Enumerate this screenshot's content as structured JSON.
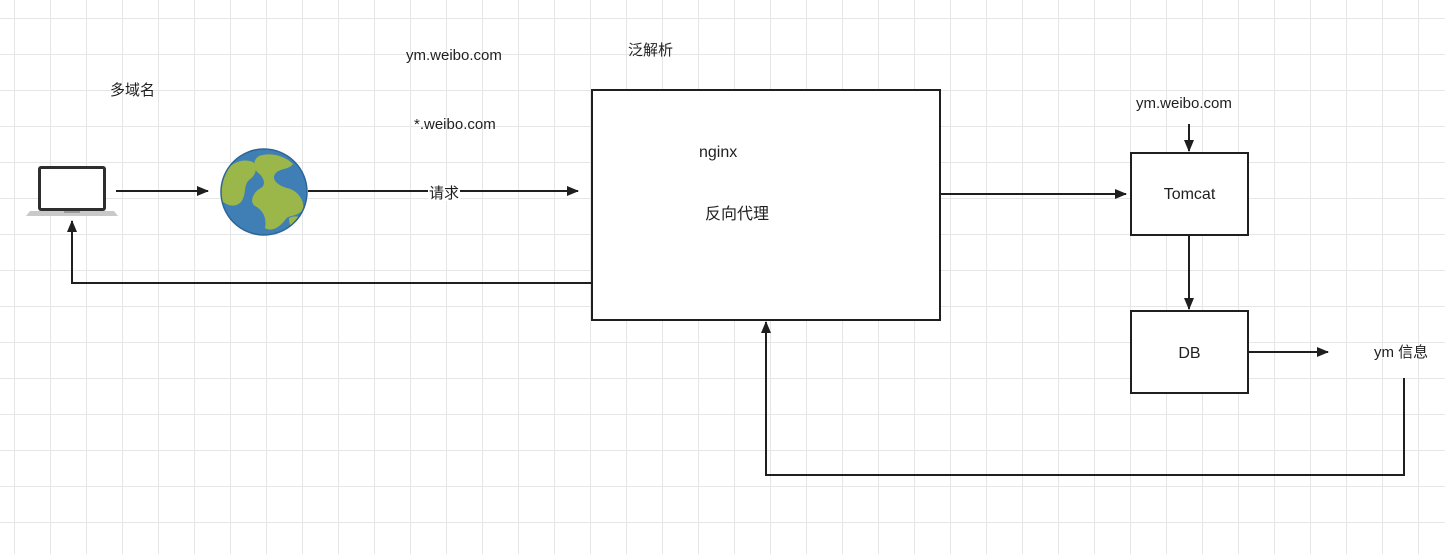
{
  "labels": {
    "multi_domain": "多域名",
    "domain_top": "ym.weibo.com",
    "wildcard_domain": "*.weibo.com",
    "wildcard_resolution": "泛解析",
    "request": "请求",
    "tomcat_domain": "ym.weibo.com",
    "ym_info": "ym 信息"
  },
  "nodes": {
    "nginx": {
      "title": "nginx",
      "subtitle": "反向代理"
    },
    "tomcat": {
      "title": "Tomcat"
    },
    "db": {
      "title": "DB"
    },
    "client": {
      "icon": "laptop-icon"
    },
    "internet": {
      "icon": "globe-icon"
    }
  },
  "colors": {
    "stroke": "#1f1f1f",
    "grid": "#e6e6e6",
    "globe_ocean": "#3f7fb5",
    "globe_land": "#9bb74a"
  }
}
